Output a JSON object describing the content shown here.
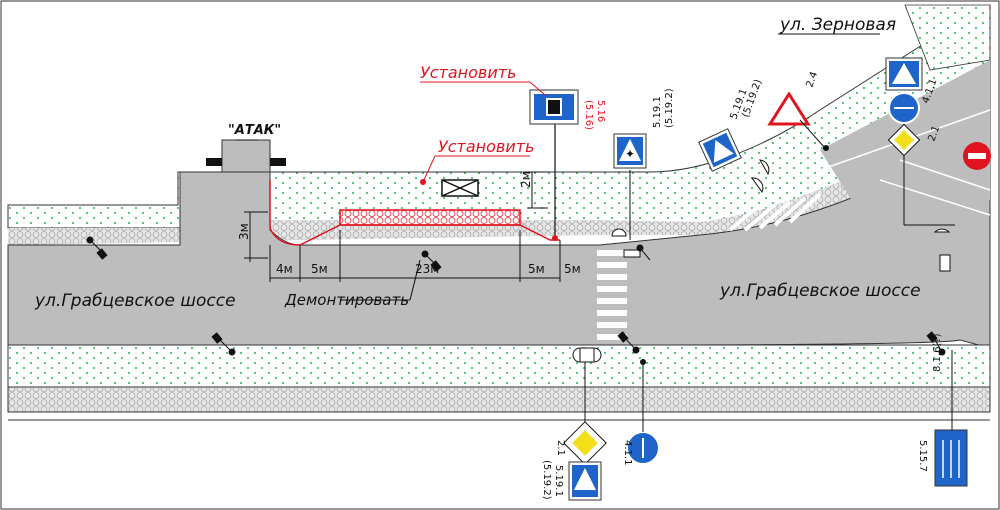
{
  "streets": {
    "main_left": "ул.Грабцевское  шоссе",
    "main_right": "ул.Грабцевское  шоссе",
    "side": "ул.  Зерновая"
  },
  "objects": {
    "building": "\"АТАК\""
  },
  "notes": {
    "install_sign": "Установить",
    "install_barrier": "Установить",
    "dismantle": "Демонтировать"
  },
  "dimensions": {
    "widths": [
      "4м",
      "5м",
      "23м",
      "5м",
      "5м"
    ],
    "depth_left": "3м",
    "offset_top": "2м"
  },
  "sign_codes": {
    "top_new": "5.16",
    "top_new_old": "(5.16)",
    "crossing_north": "5.19.1",
    "crossing_north_old": "(5.19.2)",
    "crossing_ne": "5.19.1",
    "crossing_ne_old": "(5.19.2)",
    "yield": "2.4",
    "side_top": "4.1.1",
    "priority_right": "2.1",
    "priority_south": "2.1",
    "round_south": "4.1.1",
    "crossing_south": "5.19.1",
    "crossing_south_old": "(5.19.2)",
    "lanes_right": "5.15.7",
    "pole_right": "8.1.6(?)"
  },
  "colors": {
    "road": "#bdbdbd",
    "verge": "#ffffff",
    "grass_dot": "#22b24c",
    "new_element": "#e0141e",
    "sign_blue": "#1f64c8",
    "priority_yellow": "#f2df1a"
  }
}
